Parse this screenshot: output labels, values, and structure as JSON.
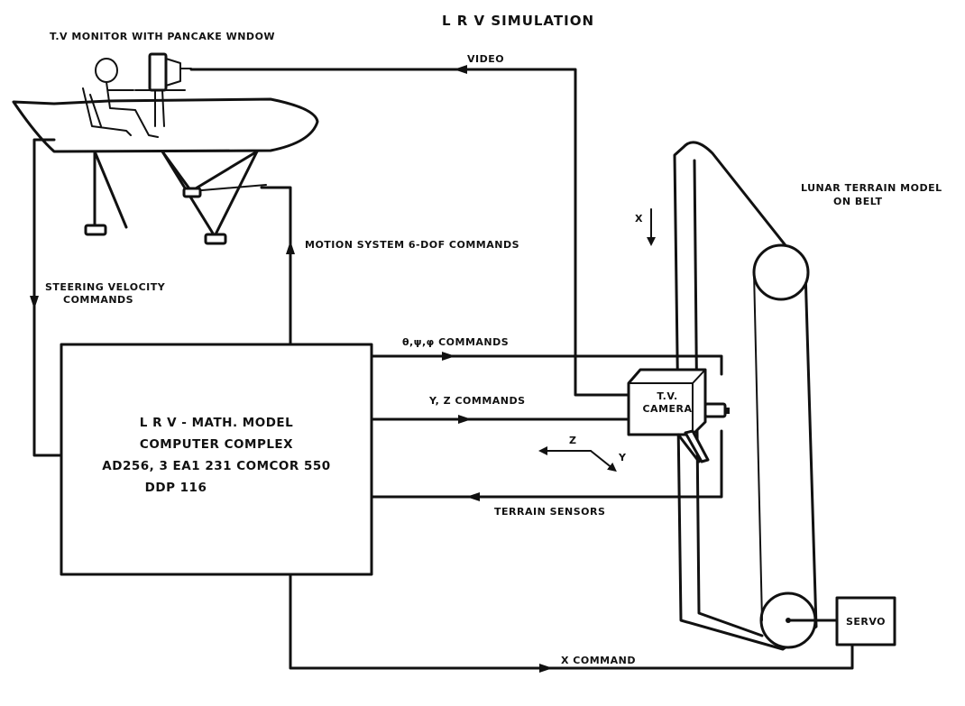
{
  "title": "L R V SIMULATION",
  "monitor_label": "T.V MONITOR WITH PANCAKE WNDOW",
  "video_label": "VIDEO",
  "steering": [
    "STEERING VELOCITY",
    "COMMANDS"
  ],
  "motion_label": "MOTION SYSTEM 6-DOF COMMANDS",
  "terrain_model": [
    "LUNAR TERRAIN MODEL",
    "ON BELT"
  ],
  "x_axis": "X",
  "z_axis": "Z",
  "y_axis": "Y",
  "computer": [
    "L R V - MATH. MODEL",
    "COMPUTER COMPLEX",
    "AD256, 3 EA1 231 COMCOR 550",
    "DDP 116"
  ],
  "commands": {
    "theta": "θ,ψ,φ COMMANDS",
    "yz": "Y, Z COMMANDS",
    "terrain_sensors": "TERRAIN SENSORS",
    "x_command": "X COMMAND"
  },
  "camera": [
    "T.V.",
    "CAMERA"
  ],
  "servo": "SERVO"
}
